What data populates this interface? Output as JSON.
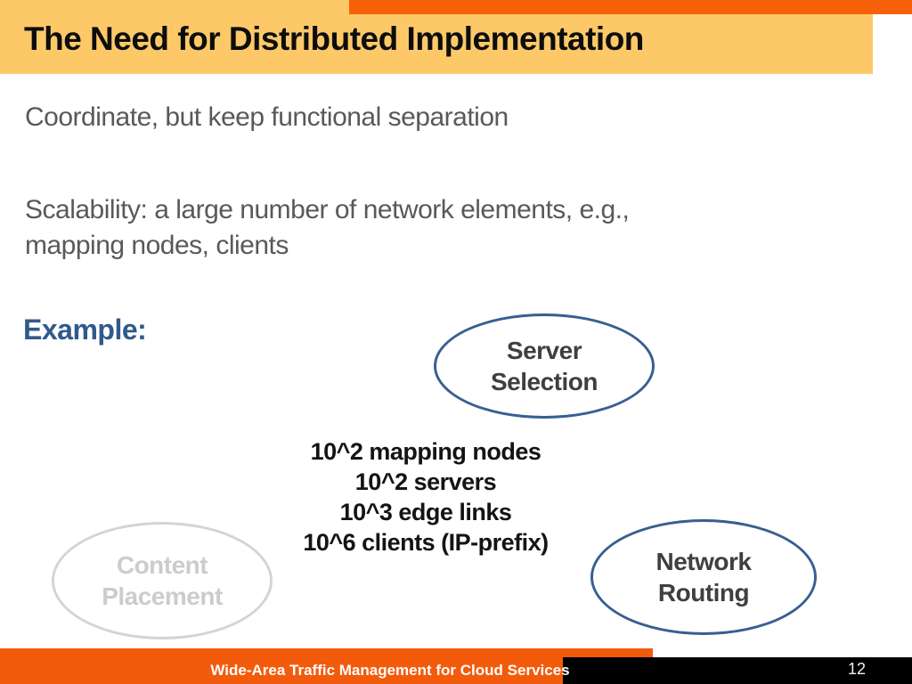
{
  "slide": {
    "title": "The Need for Distributed Implementation",
    "body": {
      "line1": "Coordinate, but keep functional separation",
      "para2_line1": "Scalability: a large number of network elements, e.g.,",
      "para2_line2": "mapping nodes, clients",
      "example_label": "Example:"
    },
    "stats": [
      "10^2 mapping nodes",
      "10^2 servers",
      "10^3 edge links",
      "10^6 clients (IP-prefix)"
    ],
    "ellipses": {
      "server_selection": "Server Selection",
      "content_placement": "Content Placement",
      "network_routing": "Network Routing"
    },
    "footer": {
      "text": "Wide-Area Traffic Management for Cloud Services",
      "page_number": "12"
    },
    "colors": {
      "header_bg": "#FDC968",
      "accent_orange": "#F7610A",
      "footer_orange": "#F25B0C",
      "body_text_gray": "#595959",
      "example_blue": "#31598C",
      "ellipse_border_blue": "#376092",
      "muted_gray": "#CCCCCC"
    }
  }
}
